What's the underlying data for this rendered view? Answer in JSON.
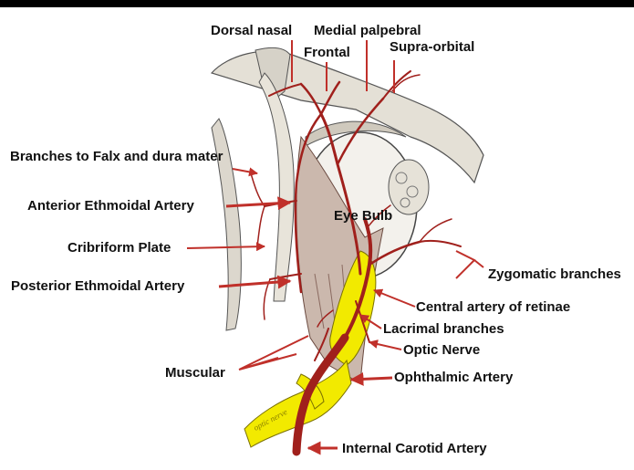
{
  "diagram": {
    "labels": {
      "dorsal_nasal": "Dorsal nasal",
      "medial_palpebral": "Medial palpebral",
      "frontal": "Frontal",
      "supra_orbital": "Supra-orbital",
      "falx": "Branches to Falx and dura mater",
      "anterior_ethmoidal": "Anterior Ethmoidal  Artery",
      "eye_bulb": "Eye Bulb",
      "cribriform": "Cribriform Plate",
      "posterior_ethmoidal": "Posterior Ethmoidal  Artery",
      "zygomatic": "Zygomatic branches",
      "central_retina": "Central artery of retinae",
      "lacrimal": "Lacrimal branches",
      "optic_nerve": "Optic Nerve",
      "muscular": "Muscular",
      "ophthalmic": "Ophthalmic Artery",
      "internal_carotid": "Internal Carotid Artery"
    },
    "colors": {
      "artery": "#a0201c",
      "pointer": "#c0302a",
      "nerve": "#f2ea00",
      "tissue": "#d9d4ca",
      "ink": "#222222"
    }
  }
}
